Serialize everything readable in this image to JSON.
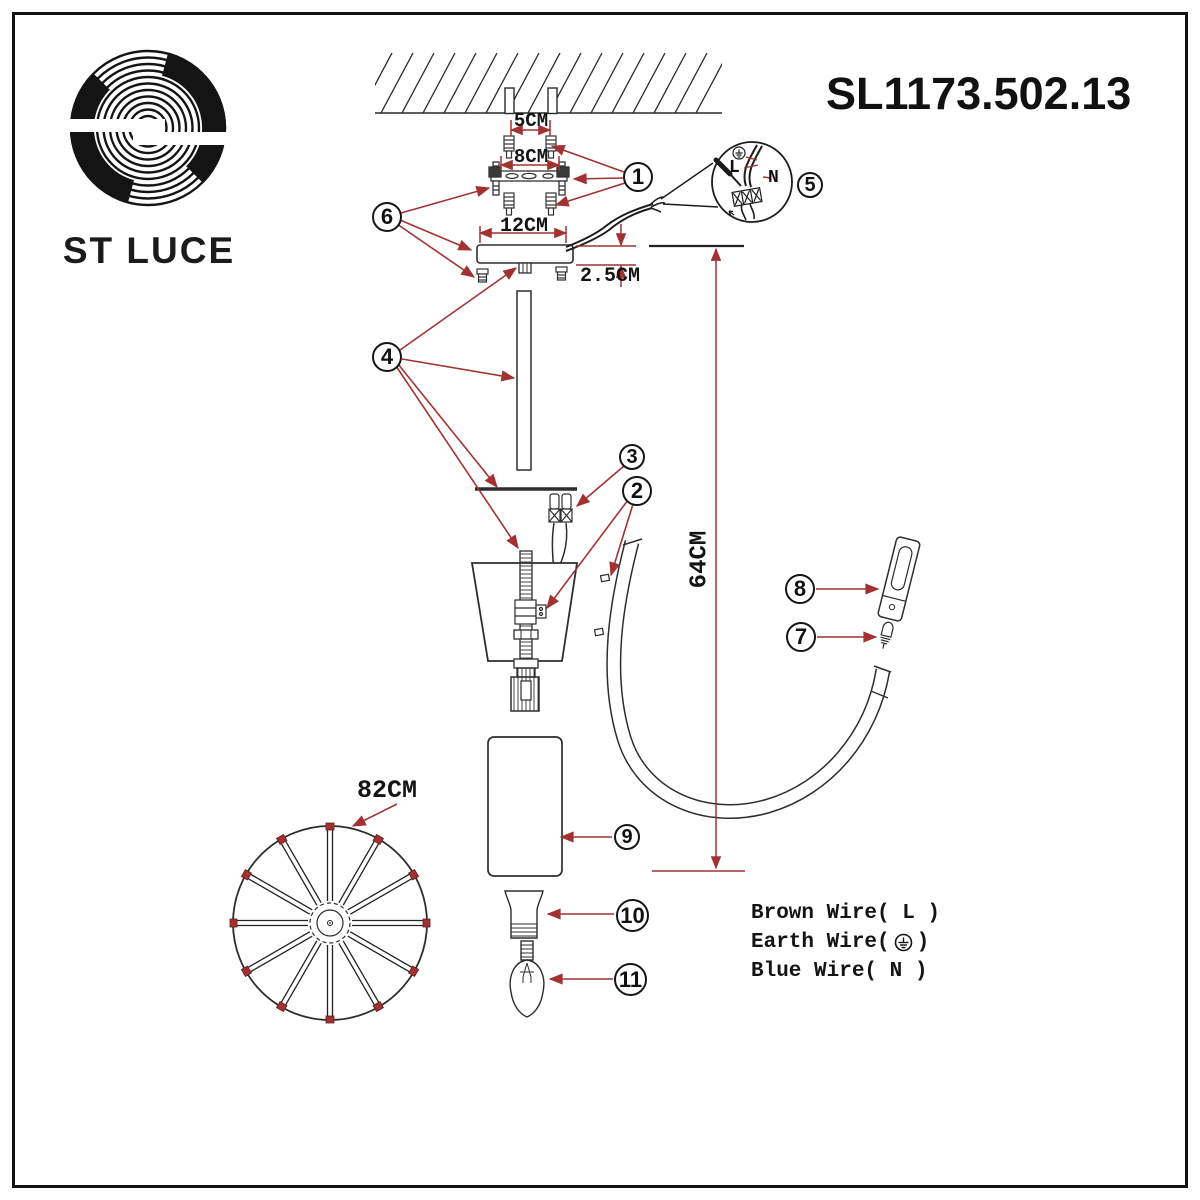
{
  "brand": {
    "logo_text": "ST LUCE"
  },
  "product_code": "SL1173.502.13",
  "dimensions": {
    "anchor_spacing": "5CM",
    "bracket_width": "8CM",
    "canopy_diameter": "12CM",
    "canopy_height": "2.5CM",
    "drop_height": "64CM",
    "ring_diameter": "82CM"
  },
  "callouts": [
    {
      "label": "1"
    },
    {
      "label": "2"
    },
    {
      "label": "3"
    },
    {
      "label": "4"
    },
    {
      "label": "5"
    },
    {
      "label": "6"
    },
    {
      "label": "7"
    },
    {
      "label": "8"
    },
    {
      "label": "9"
    },
    {
      "label": "10"
    },
    {
      "label": "11"
    }
  ],
  "detail_view": {
    "live_label": "L",
    "neutral_label": "N"
  },
  "wire_legend": {
    "brown": "Brown Wire( L )",
    "earth_prefix": "Earth Wire(",
    "earth_suffix": ")",
    "blue": "Blue Wire( N )"
  },
  "colors": {
    "line": "#1c1c1c",
    "red": "#a23232"
  }
}
